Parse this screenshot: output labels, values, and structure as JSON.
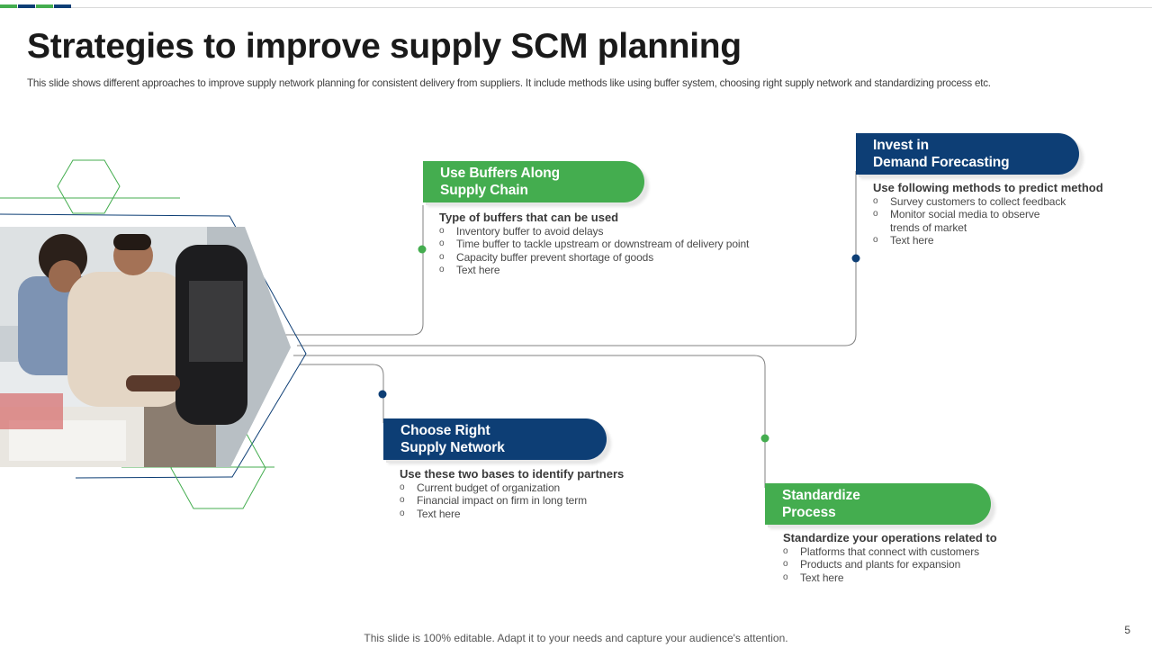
{
  "slide": {
    "title": "Strategies to improve supply SCM planning",
    "subtitle": "This slide shows different approaches to improve supply network planning for consistent delivery from suppliers. It include methods like using buffer system, choosing right supply network and standardizing process etc.",
    "footer": "This slide is 100% editable. Adapt it to your needs and capture your audience's attention.",
    "page_number": "5"
  },
  "colors": {
    "green": "#44ad4f",
    "blue": "#0d3e75",
    "connector": "#808080"
  },
  "strategies": {
    "buffers": {
      "title_lines": [
        "Use Buffers Along",
        "Supply Chain"
      ],
      "heading": "Type of buffers that can be used",
      "bullets": [
        "Inventory  buffer to avoid delays",
        "Time buffer to tackle upstream or downstream of delivery point",
        "Capacity buffer prevent shortage of goods",
        "Text here"
      ]
    },
    "forecasting": {
      "title_lines": [
        "Invest  in",
        "Demand Forecasting"
      ],
      "heading": "Use following methods to predict method",
      "bullets": [
        "Survey  customers to collect feedback",
        "Monitor social media to observe",
        "trends of market",
        "Text here"
      ]
    },
    "network": {
      "title_lines": [
        "Choose Right",
        "Supply Network"
      ],
      "heading": "Use these two bases to identify partners",
      "bullets": [
        "Current budget of organization",
        "Financial impact on firm in long term",
        "Text here"
      ]
    },
    "standardize": {
      "title_lines": [
        "Standardize",
        "Process"
      ],
      "heading": "Standardize your operations related to",
      "bullets": [
        "Platforms that connect with customers",
        "Products and plants for expansion",
        "Text here"
      ]
    }
  },
  "bullet_marker": "o"
}
